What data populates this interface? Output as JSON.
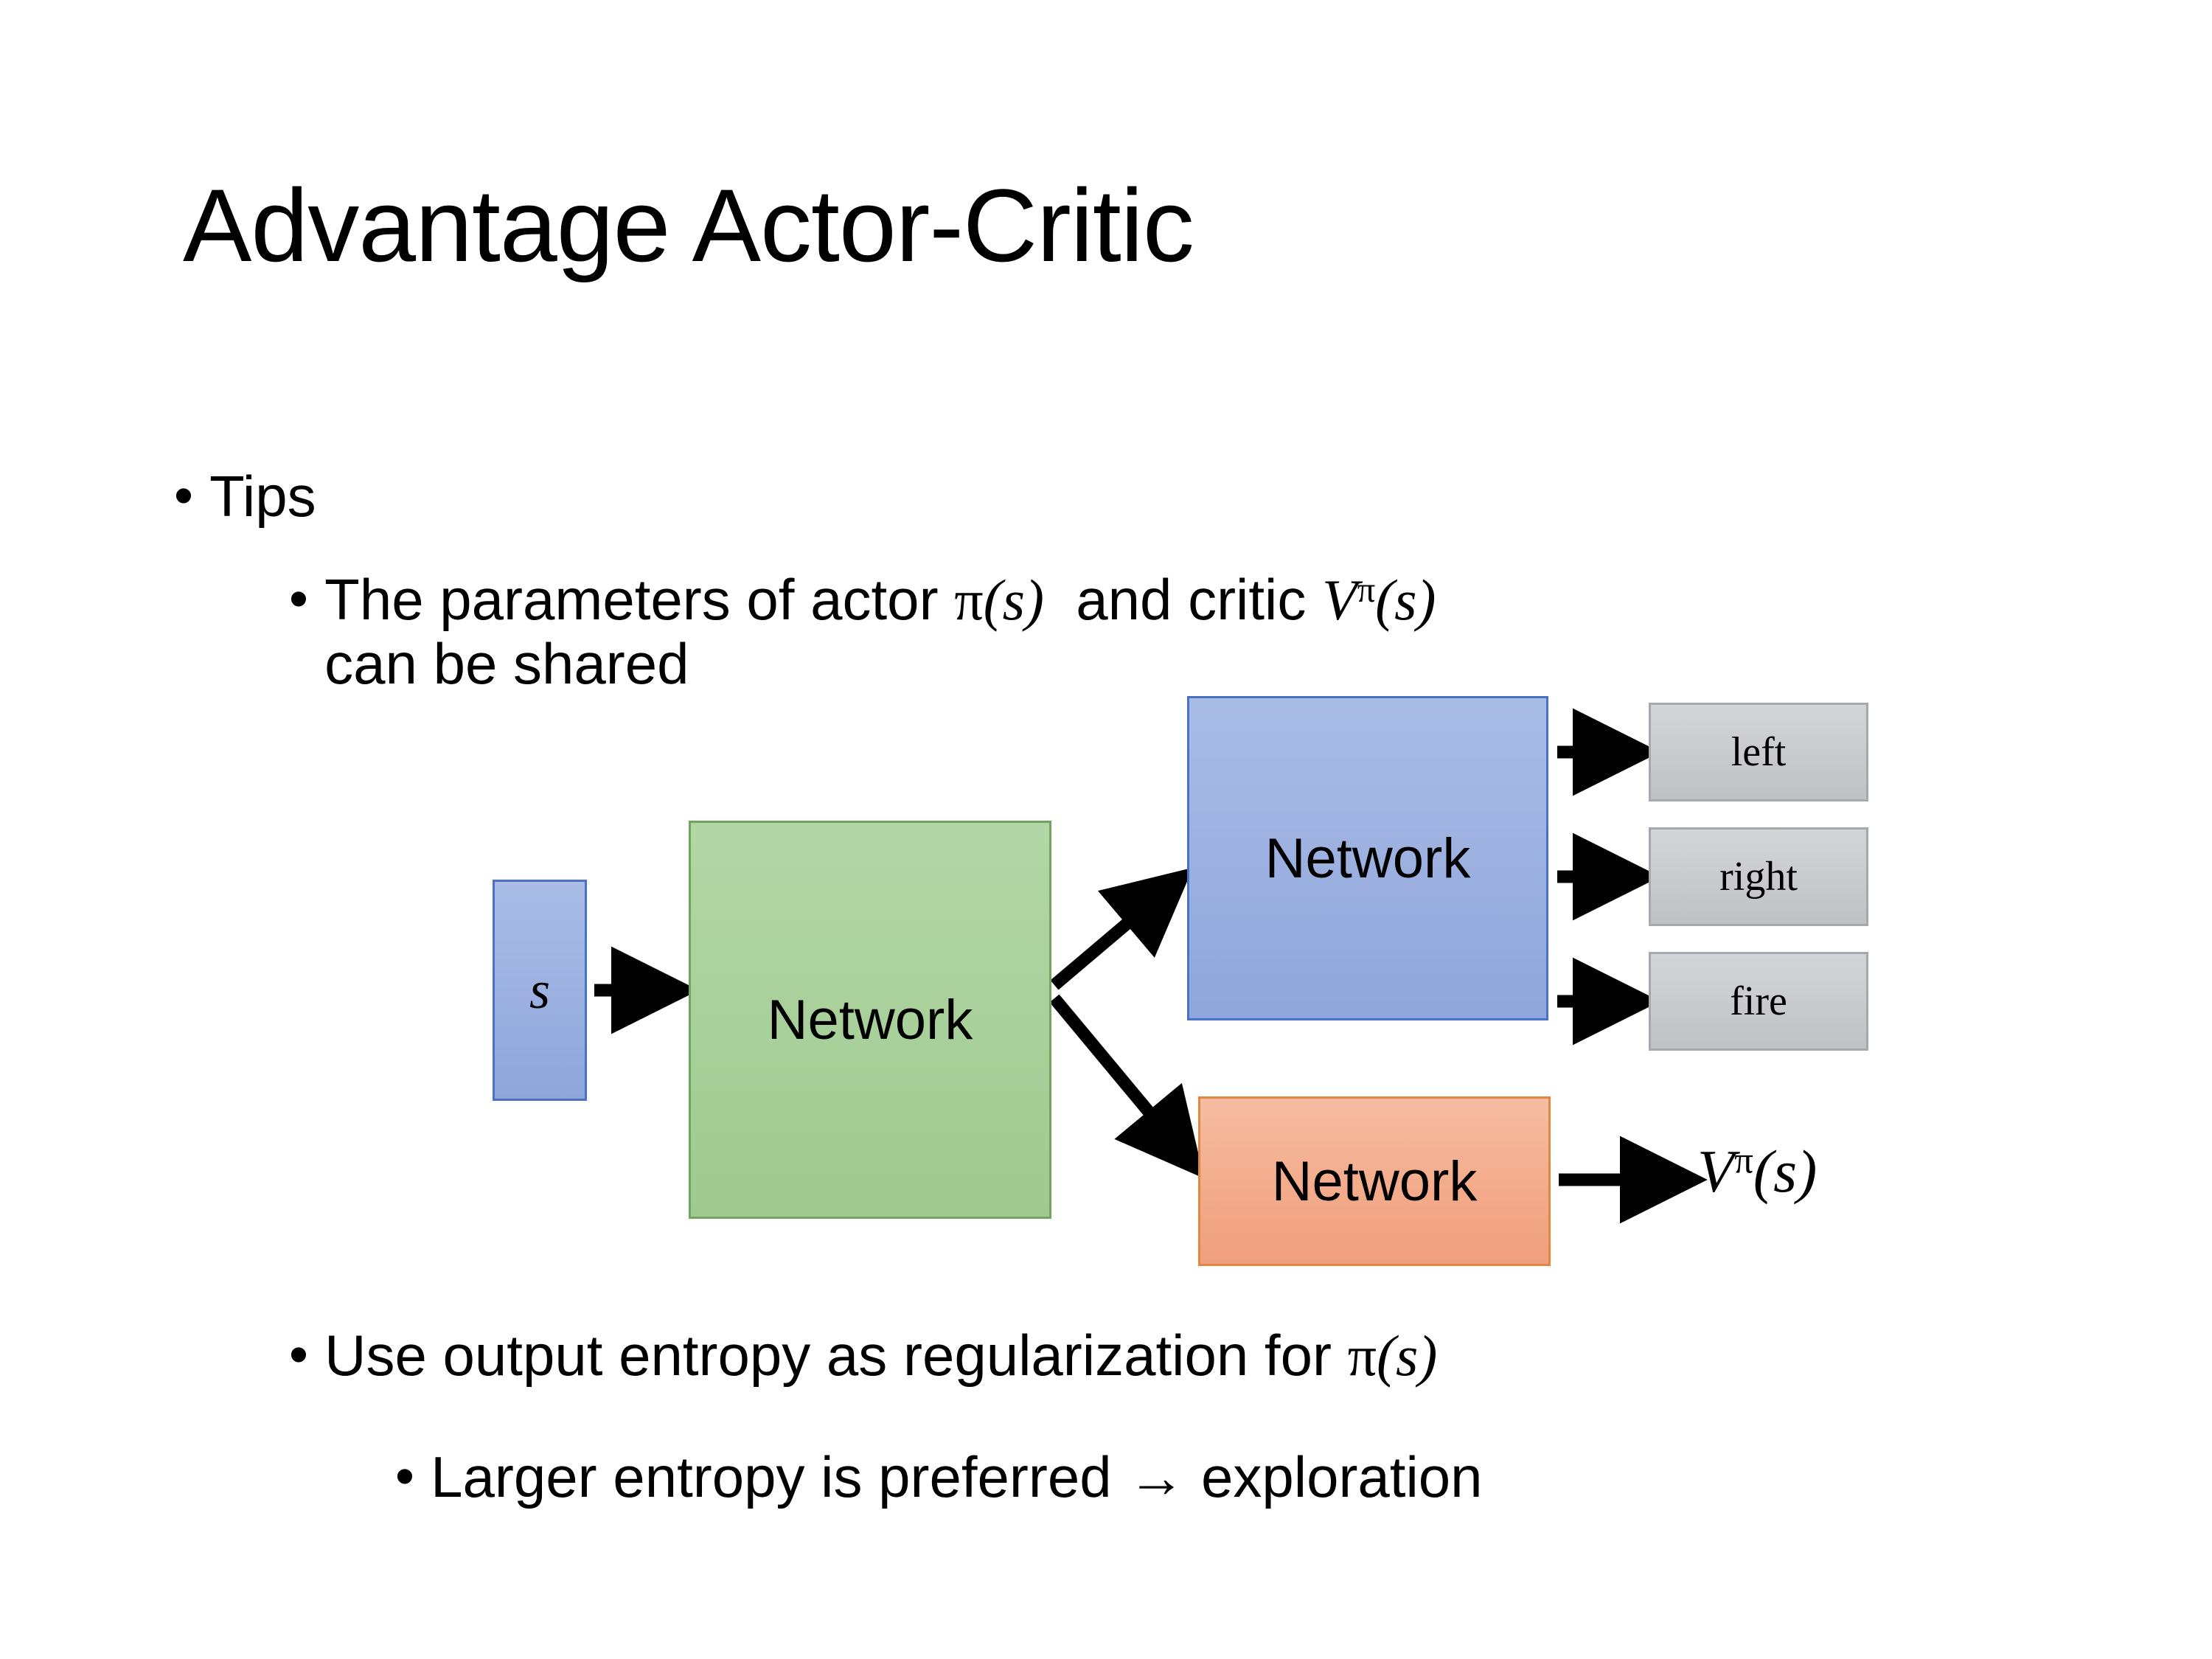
{
  "slide": {
    "title": "Advantage Actor-Critic",
    "background_color": "#ffffff"
  },
  "bullets": {
    "tips": {
      "marker": "•",
      "text": "Tips"
    },
    "shared": {
      "marker": "•",
      "text_part1": "The parameters of actor ",
      "math1_base": "π",
      "math1_arg": "(s)",
      "text_part2": "  and critic ",
      "math2_base": "V",
      "math2_sup": "π",
      "math2_arg": "(s)",
      "text_part3": "can be shared",
      "full_text": "The parameters of actor π(s)  and critic Vπ(s) can be shared"
    },
    "entropy": {
      "marker": "•",
      "text_part1": "Use output entropy as regularization for ",
      "math_base": "π",
      "math_arg": "(s)",
      "full_text": "Use output entropy as regularization for π(s)"
    },
    "larger": {
      "marker": "•",
      "text": "Larger entropy is preferred → exploration"
    }
  },
  "diagram": {
    "input_box": {
      "label": "s",
      "fill": "#9bb0e0",
      "border": "#4a72c4"
    },
    "shared_network": {
      "label": "Network",
      "fill": "#a8d09a",
      "border": "#6fa55c"
    },
    "actor_network": {
      "label": "Network",
      "fill": "#9bb0e0",
      "border": "#4a72c4"
    },
    "critic_network": {
      "label": "Network",
      "fill": "#f3ab8b",
      "border": "#e0883f"
    },
    "actions": [
      {
        "label": "left"
      },
      {
        "label": "right"
      },
      {
        "label": "fire"
      }
    ],
    "value_output": {
      "base": "V",
      "sup": "π",
      "arg": "(s)",
      "full_text": "Vπ(s)"
    },
    "arrow_color": "#000000"
  }
}
